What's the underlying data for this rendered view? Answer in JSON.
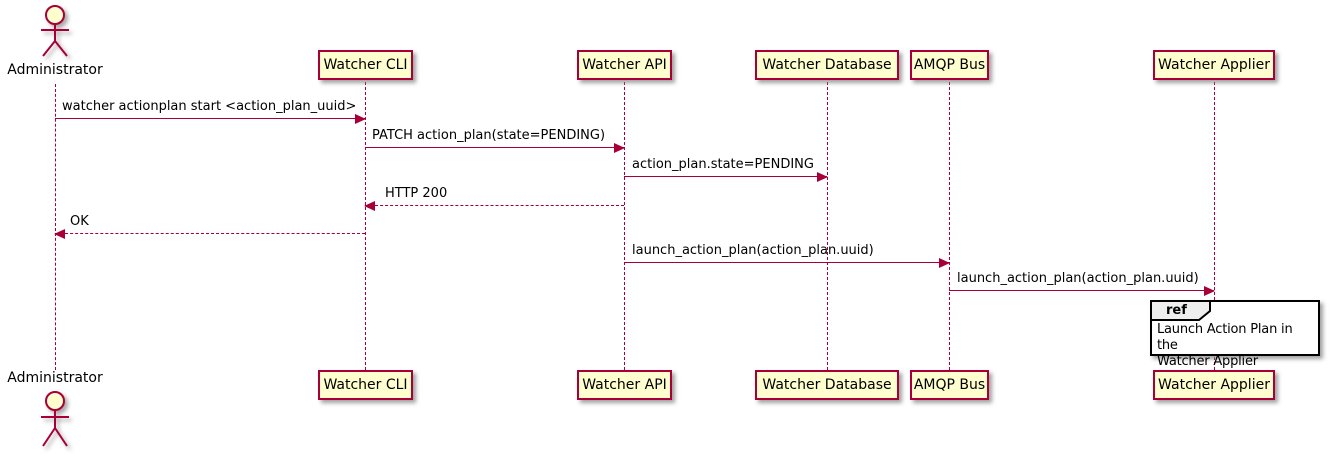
{
  "diagram_type": "sequence",
  "colors": {
    "lifeline_and_arrow": "#A80036",
    "participant_fill": "#FEFECE",
    "participant_border": "#A80036",
    "ref_header_fill": "#EEEEEE",
    "ref_border": "#000000",
    "text": "#000000"
  },
  "actor": {
    "name": "Administrator"
  },
  "participants": [
    {
      "label": "Watcher CLI"
    },
    {
      "label": "Watcher API"
    },
    {
      "label": "Watcher Database"
    },
    {
      "label": "AMQP Bus"
    },
    {
      "label": "Watcher Applier"
    }
  ],
  "messages": [
    {
      "from": "Administrator",
      "to": "Watcher CLI",
      "label": "watcher actionplan start <action_plan_uuid>",
      "line": "solid"
    },
    {
      "from": "Watcher CLI",
      "to": "Watcher API",
      "label": "PATCH action_plan(state=PENDING)",
      "line": "solid"
    },
    {
      "from": "Watcher API",
      "to": "Watcher Database",
      "label": "action_plan.state=PENDING",
      "line": "solid"
    },
    {
      "from": "Watcher API",
      "to": "Watcher CLI",
      "label": "HTTP 200",
      "line": "dashed"
    },
    {
      "from": "Watcher CLI",
      "to": "Administrator",
      "label": "OK",
      "line": "dashed"
    },
    {
      "from": "Watcher API",
      "to": "AMQP Bus",
      "label": "launch_action_plan(action_plan.uuid)",
      "line": "solid"
    },
    {
      "from": "AMQP Bus",
      "to": "Watcher Applier",
      "label": "launch_action_plan(action_plan.uuid)",
      "line": "solid"
    }
  ],
  "ref": {
    "keyword": "ref",
    "lines": [
      "Launch Action Plan in the",
      "Watcher Applier"
    ]
  }
}
